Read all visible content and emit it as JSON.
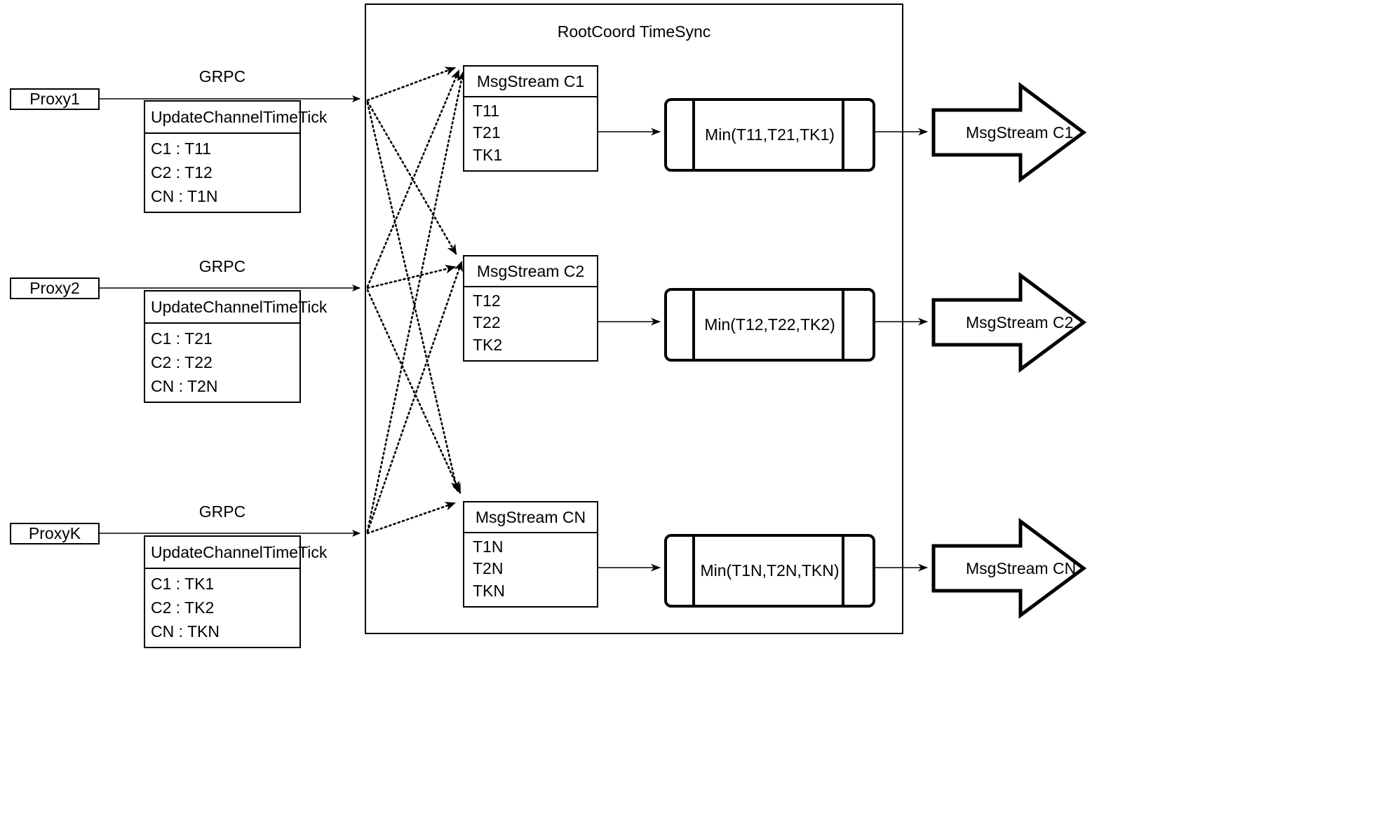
{
  "diagram": {
    "title": "RootCoord TimeSync",
    "proxies": [
      {
        "name": "Proxy1",
        "link_label": "GRPC",
        "table": {
          "header": "UpdateChannelTimeTick",
          "rows": [
            "C1 :  T11",
            "C2 :  T12",
            "CN : T1N"
          ]
        }
      },
      {
        "name": "Proxy2",
        "link_label": "GRPC",
        "table": {
          "header": "UpdateChannelTimeTick",
          "rows": [
            "C1 :  T21",
            "C2 :  T22",
            "CN : T2N"
          ]
        }
      },
      {
        "name": "ProxyK",
        "link_label": "GRPC",
        "table": {
          "header": "UpdateChannelTimeTick",
          "rows": [
            "C1 :  TK1",
            "C2 :  TK2",
            "CN : TKN"
          ]
        }
      }
    ],
    "msgstreams": [
      {
        "header": "MsgStream C1",
        "rows": [
          "T11",
          "T21",
          "TK1"
        ]
      },
      {
        "header": "MsgStream C2",
        "rows": [
          "T12",
          "T22",
          "TK2"
        ]
      },
      {
        "header": "MsgStream CN",
        "rows": [
          "T1N",
          "T2N",
          "TKN"
        ]
      }
    ],
    "minimums": [
      {
        "label": "Min(T11,T21,TK1)"
      },
      {
        "label": "Min(T12,T22,TK2)"
      },
      {
        "label": "Min(T1N,T2N,TKN)"
      }
    ],
    "outputs": [
      {
        "label": "MsgStream C1"
      },
      {
        "label": "MsgStream C2"
      },
      {
        "label": "MsgStream CN"
      }
    ],
    "colors": {
      "stroke": "#000000",
      "background": "#ffffff"
    }
  }
}
